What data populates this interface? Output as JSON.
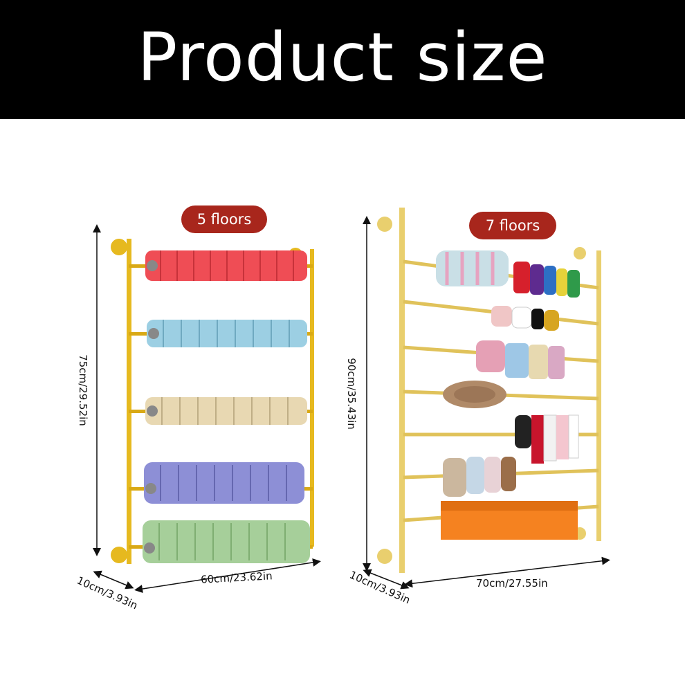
{
  "header": {
    "title": "Product size"
  },
  "colors": {
    "header_bg": "#000000",
    "badge": "#a8261c",
    "frame_left": "#e6b91f",
    "frame_right": "#e9cf6e",
    "tape_floor_1": "#ef4d55",
    "tape_floor_2": "#9ccfe3",
    "tape_floor_3": "#e8d8b2",
    "tape_floor_4": "#8d8fd6",
    "tape_floor_5": "#a6cf9a"
  },
  "left_product": {
    "badge": "5 floors",
    "height_label": "75cm/29.52in",
    "width_label": "60cm/23.62in",
    "depth_label": "10cm/3.93in"
  },
  "right_product": {
    "badge": "7 floors",
    "height_label": "90cm/35.43in",
    "width_label": "70cm/27.55in",
    "depth_label": "10cm/3.93in"
  }
}
